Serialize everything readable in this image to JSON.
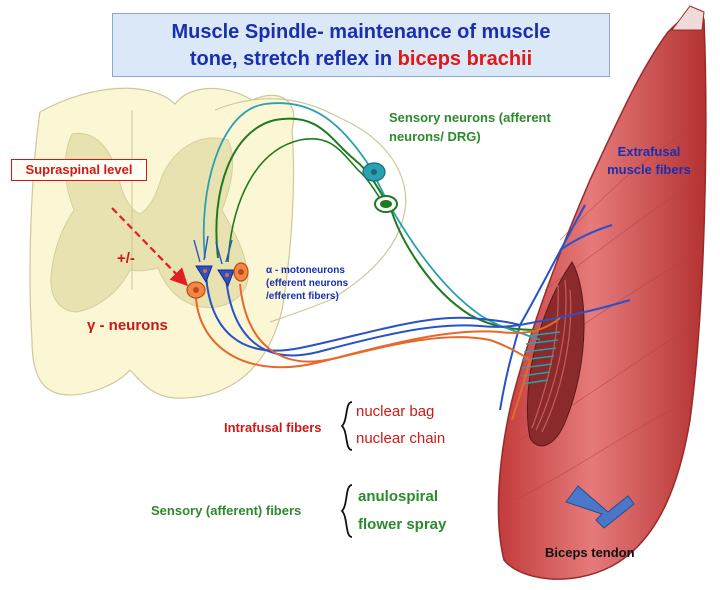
{
  "title": {
    "line1": "Muscle Spindle- maintenance of   muscle",
    "line2_prefix": "tone, stretch reflex in ",
    "line2_highlight": "biceps brachii"
  },
  "labels": {
    "supraspinal": "Supraspinal level",
    "plus_minus": "+/-",
    "gamma_neurons": "γ - neurons",
    "sensory_neurons": "Sensory neurons (afferent  neurons/ DRG)",
    "extrafusal": "Extrafusal muscle fibers",
    "alpha_motoneurons": "α - motoneurons (efferent neurons /efferent fibers)",
    "intrafusal": "Intrafusal fibers",
    "nuclear_bag": "nuclear bag",
    "nuclear_chain": "nuclear chain",
    "sensory_fibers": "Sensory (afferent) fibers",
    "anulospiral": "anulospiral",
    "flower_spray": "flower spray",
    "biceps_tendon": "Biceps tendon"
  },
  "colors": {
    "spinal_cord": "#fbf6d4",
    "grey_matter": "#e8e2b0",
    "muscle": "#d65a5a",
    "sensory": "#1f7a1f",
    "alpha": "#2a52c8",
    "gamma": "#e8682a",
    "teal": "#2aa0b0",
    "tendon": "#4a78c8"
  }
}
